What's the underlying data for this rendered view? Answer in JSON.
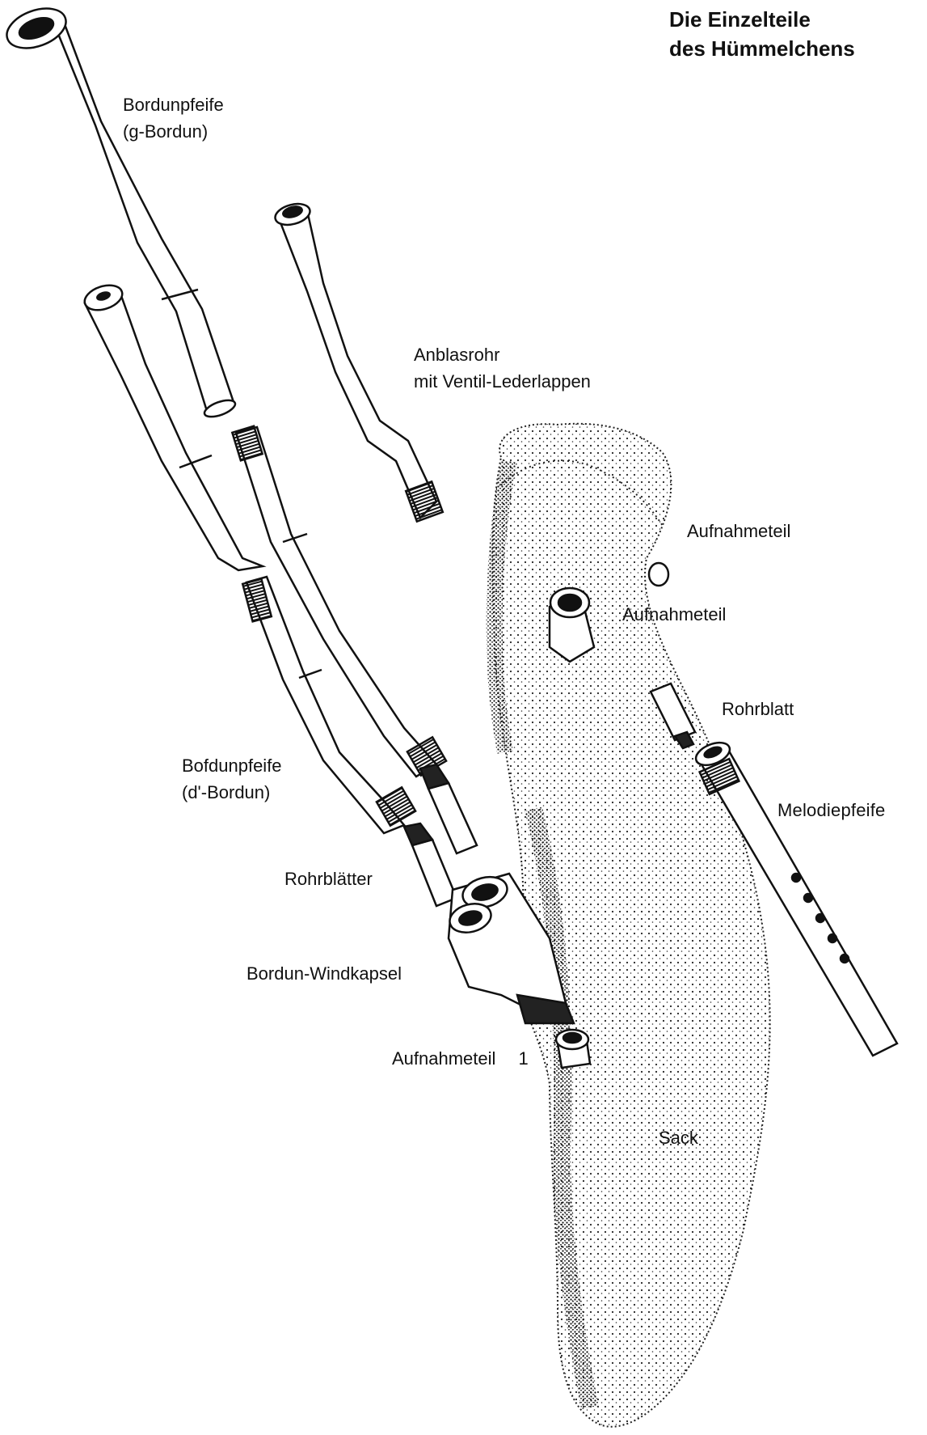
{
  "title": {
    "line1": "Die Einzelteile",
    "line2": "des Hümmelchens"
  },
  "labels": {
    "bordun_g_line1": "Bordunpfeife",
    "bordun_g_line2": "(g-Bordun)",
    "anblasrohr_line1": "Anblasrohr",
    "anblasrohr_line2": "mit  Ventil-Lederlappen",
    "aufnahmeteil_top": "Aufnahmeteil",
    "aufnahmeteil_mid": "Aufnahmeteil",
    "rohrblatt": "Rohrblatt",
    "melodiepfeife": "Melodiepfeife",
    "bordun_d_line1": "Bofdunpfeife",
    "bordun_d_line2": "(d'-Bordun)",
    "rohrblaetter": "Rohrblätter",
    "windkapsel": "Bordun-Windkapsel",
    "aufnahmeteil_bottom": "Aufnahmeteil",
    "aufnahmeteil_bottom_mark": "1",
    "sack": "Sack"
  }
}
